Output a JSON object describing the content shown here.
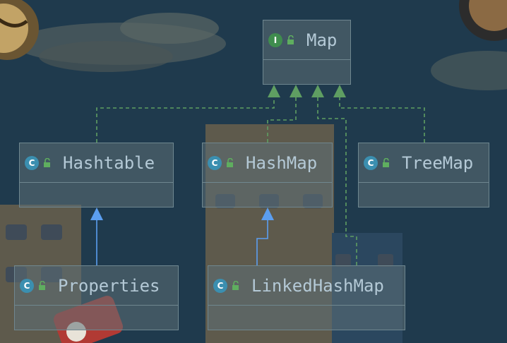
{
  "nodes": [
    {
      "id": "map",
      "name": "Map",
      "kind": "interface",
      "kind_letter": "I"
    },
    {
      "id": "hashtable",
      "name": "Hashtable",
      "kind": "class",
      "kind_letter": "C"
    },
    {
      "id": "hashmap",
      "name": "HashMap",
      "kind": "class",
      "kind_letter": "C"
    },
    {
      "id": "treemap",
      "name": "TreeMap",
      "kind": "class",
      "kind_letter": "C"
    },
    {
      "id": "properties",
      "name": "Properties",
      "kind": "class",
      "kind_letter": "C"
    },
    {
      "id": "linkedhashmap",
      "name": "LinkedHashMap",
      "kind": "class",
      "kind_letter": "C"
    }
  ],
  "edges": [
    {
      "from": "hashtable",
      "to": "map",
      "type": "implements"
    },
    {
      "from": "hashmap",
      "to": "map",
      "type": "implements"
    },
    {
      "from": "linkedhashmap",
      "to": "map",
      "type": "implements"
    },
    {
      "from": "treemap",
      "to": "map",
      "type": "implements"
    },
    {
      "from": "properties",
      "to": "hashtable",
      "type": "extends"
    },
    {
      "from": "linkedhashmap",
      "to": "hashmap",
      "type": "extends"
    }
  ],
  "colors": {
    "implements_edge": "#5f9e62",
    "extends_edge": "#5b9ef0",
    "class_icon": "#3b8fb0",
    "interface_icon": "#3f8d4e",
    "node_text": "#b4c9d6"
  }
}
